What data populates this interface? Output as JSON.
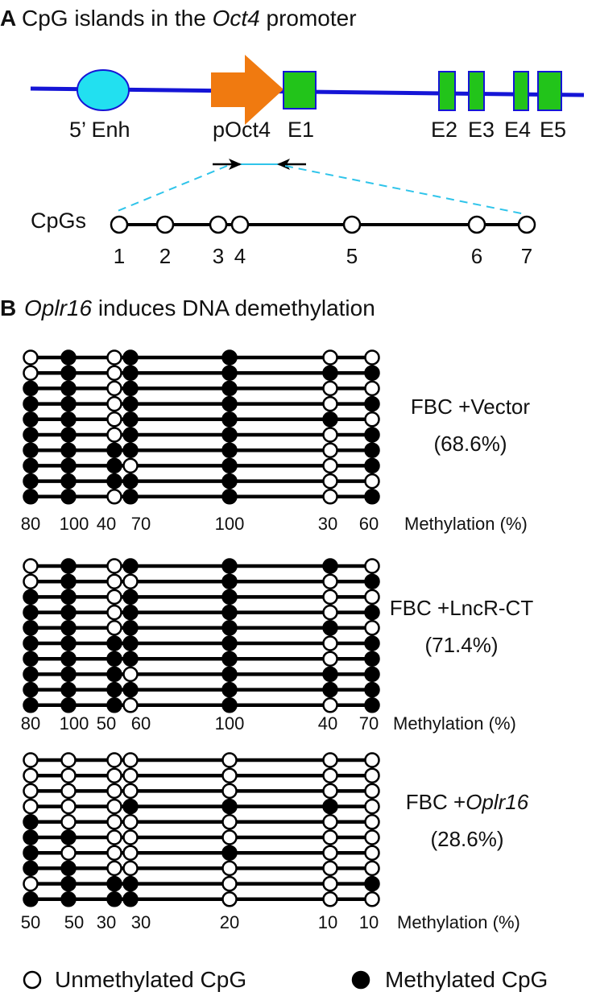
{
  "panel_a": {
    "letter": "A",
    "title_pre": "CpG islands in the ",
    "title_gene": "Oct4",
    "title_post": " promoter",
    "gene_labels": {
      "enhancer": "5’ Enh",
      "promoter": "pOct4",
      "e1": "E1",
      "e2": "E2",
      "e3": "E3",
      "e4": "E4",
      "e5": "E5"
    },
    "cpgs_label": "CpGs",
    "cpg_numbers": [
      "1",
      "2",
      "3",
      "4",
      "5",
      "6",
      "7"
    ]
  },
  "panel_b": {
    "letter": "B",
    "title_gene": "Oplr16",
    "title_post": " induces DNA demethylation",
    "methylation_label": "Methylation (%)",
    "groups": [
      {
        "condition_prefix": "FBC +",
        "condition_name": "Vector",
        "condition_italic": false,
        "overall": "(68.6%)",
        "percentages": [
          "80",
          "100",
          "40",
          "70",
          "100",
          "30",
          "60"
        ],
        "rows": [
          [
            0,
            1,
            0,
            1,
            1,
            0,
            0
          ],
          [
            0,
            1,
            0,
            1,
            1,
            1,
            1
          ],
          [
            1,
            1,
            0,
            1,
            1,
            0,
            0
          ],
          [
            1,
            1,
            0,
            1,
            1,
            0,
            1
          ],
          [
            1,
            1,
            0,
            1,
            1,
            1,
            0
          ],
          [
            1,
            1,
            0,
            1,
            1,
            0,
            1
          ],
          [
            1,
            1,
            1,
            1,
            1,
            0,
            1
          ],
          [
            1,
            1,
            1,
            0,
            1,
            0,
            1
          ],
          [
            1,
            1,
            1,
            1,
            1,
            0,
            0
          ],
          [
            1,
            1,
            0,
            1,
            1,
            0,
            1
          ]
        ]
      },
      {
        "condition_prefix": "FBC +",
        "condition_name": "LncR-CT",
        "condition_italic": false,
        "overall": "(71.4%)",
        "percentages": [
          "80",
          "100",
          "50",
          "60",
          "100",
          "40",
          "70"
        ],
        "rows": [
          [
            0,
            1,
            0,
            1,
            1,
            1,
            0
          ],
          [
            0,
            1,
            0,
            0,
            1,
            0,
            1
          ],
          [
            1,
            1,
            0,
            1,
            1,
            0,
            0
          ],
          [
            1,
            1,
            0,
            1,
            1,
            0,
            1
          ],
          [
            1,
            1,
            0,
            1,
            1,
            1,
            0
          ],
          [
            1,
            1,
            1,
            1,
            1,
            0,
            1
          ],
          [
            1,
            1,
            1,
            1,
            1,
            0,
            1
          ],
          [
            1,
            1,
            1,
            0,
            1,
            1,
            1
          ],
          [
            1,
            1,
            1,
            1,
            1,
            1,
            1
          ],
          [
            1,
            1,
            1,
            0,
            1,
            0,
            1
          ]
        ]
      },
      {
        "condition_prefix": "FBC +",
        "condition_name": "Oplr16",
        "condition_italic": true,
        "overall": "(28.6%)",
        "percentages": [
          "50",
          "50",
          "30",
          "30",
          "20",
          "10",
          "10"
        ],
        "rows": [
          [
            0,
            0,
            0,
            0,
            0,
            0,
            0
          ],
          [
            0,
            0,
            0,
            0,
            0,
            0,
            0
          ],
          [
            0,
            0,
            0,
            0,
            0,
            0,
            0
          ],
          [
            0,
            0,
            0,
            1,
            1,
            1,
            0
          ],
          [
            1,
            0,
            0,
            0,
            0,
            0,
            0
          ],
          [
            1,
            1,
            0,
            0,
            0,
            0,
            0
          ],
          [
            1,
            0,
            0,
            0,
            1,
            0,
            0
          ],
          [
            1,
            1,
            0,
            0,
            0,
            0,
            0
          ],
          [
            0,
            1,
            1,
            1,
            0,
            0,
            1
          ],
          [
            1,
            1,
            1,
            1,
            0,
            0,
            0
          ]
        ]
      }
    ]
  },
  "legend": {
    "unmethylated": "Unmethylated CpG",
    "methylated": "Methylated CpG"
  },
  "colors": {
    "blue_line": "#1515d6",
    "enhancer_fill": "#22e0f0",
    "promoter_arrow": "#f07a10",
    "exon_fill": "#22c41a",
    "amplicon": "#2fc4ea"
  }
}
